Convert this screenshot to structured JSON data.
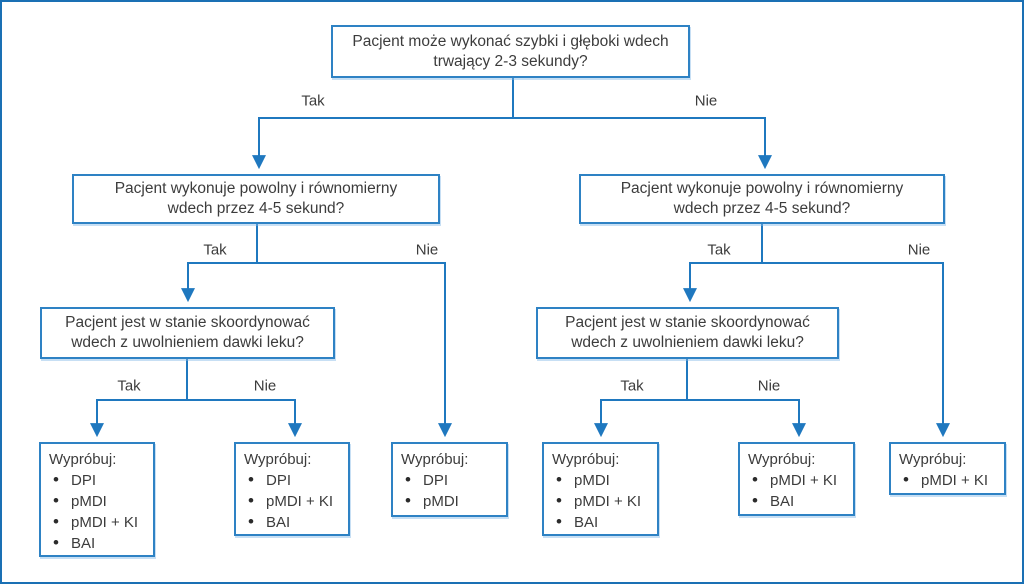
{
  "diagram": {
    "type": "decision-tree",
    "language": "pl",
    "colors": {
      "frame": "#1a70b4",
      "box_border": "#2e82c4",
      "connector": "#1f78bf",
      "text": "#3c3c3c",
      "background": "#ffffff"
    },
    "branch_labels": {
      "yes": "Tak",
      "no": "Nie"
    },
    "questions": {
      "q1": {
        "lines": [
          "Pacjent może wykonać szybki i głęboki wdech",
          "trwający 2-3 sekundy?"
        ]
      },
      "q2_left": {
        "lines": [
          "Pacjent wykonuje powolny i równomierny",
          "wdech przez 4-5 sekund?"
        ]
      },
      "q2_right": {
        "lines": [
          "Pacjent wykonuje powolny i równomierny",
          "wdech przez 4-5 sekund?"
        ]
      },
      "q3_left": {
        "lines": [
          "Pacjent jest w stanie skoordynować",
          "wdech z uwolnieniem dawki leku?"
        ]
      },
      "q3_right": {
        "lines": [
          "Pacjent jest w stanie skoordynować",
          "wdech z uwolnieniem dawki leku?"
        ]
      }
    },
    "leaves": [
      {
        "title": "Wypróbuj:",
        "items": [
          "DPI",
          "pMDI",
          "pMDI + KI",
          "BAI"
        ]
      },
      {
        "title": "Wypróbuj:",
        "items": [
          "DPI",
          "pMDI + KI",
          "BAI"
        ]
      },
      {
        "title": "Wypróbuj:",
        "items": [
          "DPI",
          "pMDI"
        ]
      },
      {
        "title": "Wypróbuj:",
        "items": [
          "pMDI",
          "pMDI + KI",
          "BAI"
        ]
      },
      {
        "title": "Wypróbuj:",
        "items": [
          "pMDI + KI",
          "BAI"
        ]
      },
      {
        "title": "Wypróbuj:",
        "items": [
          "pMDI + KI"
        ]
      }
    ]
  }
}
